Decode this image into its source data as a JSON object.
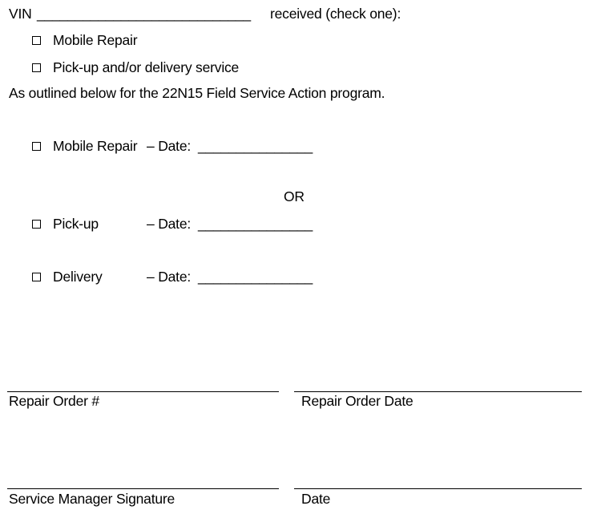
{
  "header": {
    "vin_label": "VIN",
    "vin_blank": "____________________________",
    "received_text": "received (check one):"
  },
  "options": [
    {
      "label": "Mobile Repair"
    },
    {
      "label": "Pick-up and/or delivery service"
    }
  ],
  "intro_text": "As outlined below for the 22N15 Field Service Action program.",
  "schedule": {
    "mobile_repair": {
      "label": "Mobile Repair",
      "date_label": "– Date:",
      "date_blank": "_______________"
    },
    "or_text": "OR",
    "pickup": {
      "label": "Pick-up",
      "date_label": "– Date:",
      "date_blank": "_______________"
    },
    "delivery": {
      "label": "Delivery",
      "date_label": "– Date:",
      "date_blank": "_______________"
    }
  },
  "signatures": {
    "repair_order_number": "Repair Order #",
    "repair_order_date": "Repair Order Date",
    "service_manager_signature": "Service Manager Signature",
    "date": "Date"
  }
}
